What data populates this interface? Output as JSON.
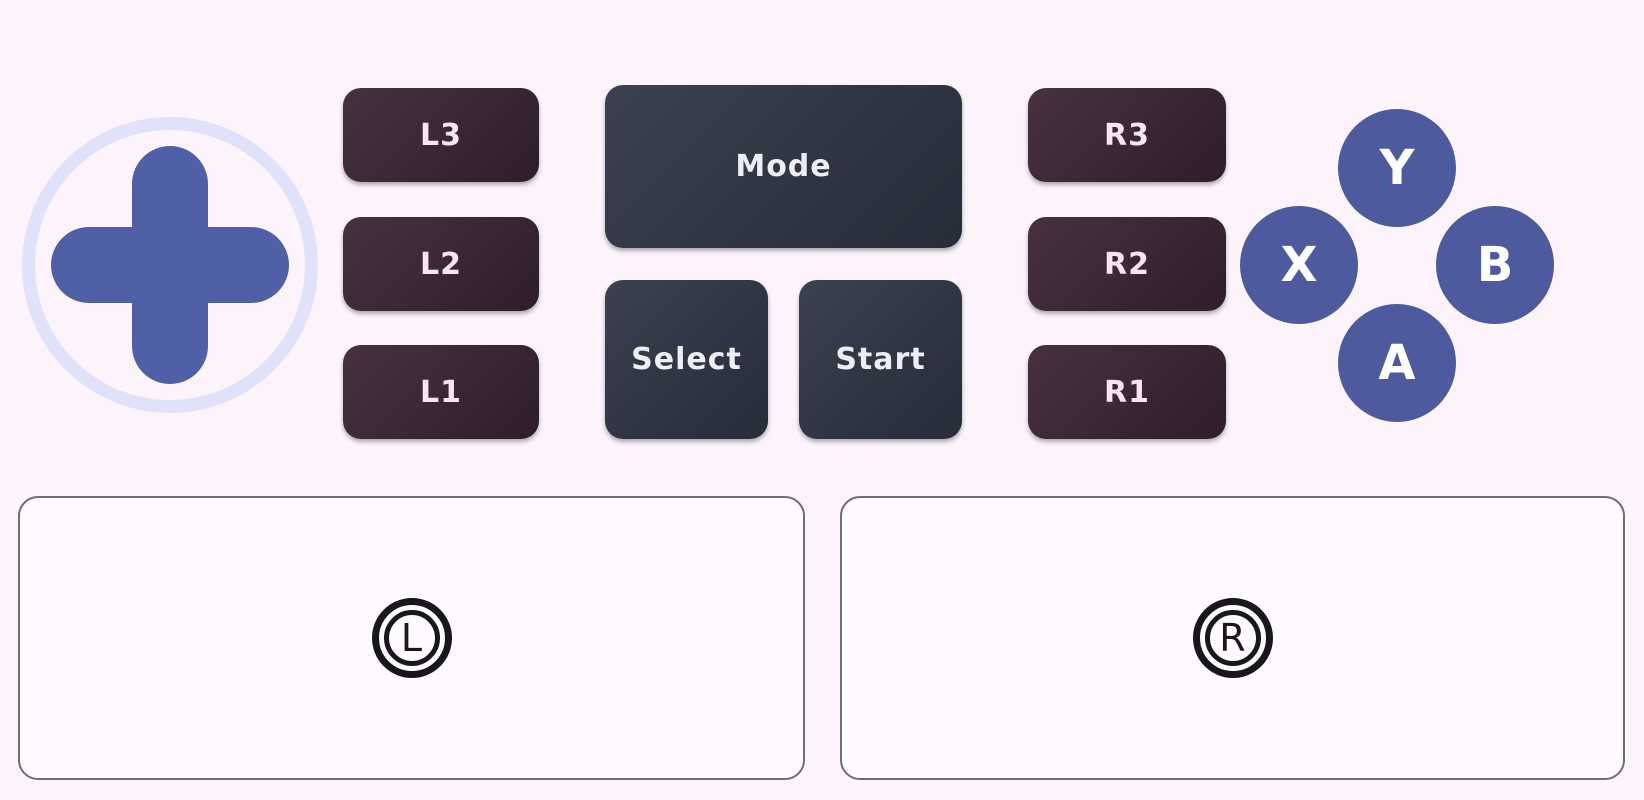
{
  "colors": {
    "background": "#fdf4fb",
    "dpad_ring": "#dfe2f8",
    "dpad_cross": "#5060a7",
    "face_button": "#4d5b9e",
    "face_button_text": "#ffffff",
    "shoulder_grad_start": "#473140",
    "shoulder_grad_end": "#2f1d2b",
    "shoulder_text": "#f9e4f4",
    "system_grad_start": "#3a4150",
    "system_grad_end": "#262c38",
    "system_text": "#edeff5",
    "panel_bg": "#fefaff",
    "panel_border": "#6e6e78",
    "stick_icon": "#18181c"
  },
  "left_shoulder_buttons": [
    {
      "label": "L3"
    },
    {
      "label": "L2"
    },
    {
      "label": "L1"
    }
  ],
  "system_buttons": {
    "mode": {
      "label": "Mode"
    },
    "select": {
      "label": "Select"
    },
    "start": {
      "label": "Start"
    }
  },
  "right_shoulder_buttons": [
    {
      "label": "R3"
    },
    {
      "label": "R2"
    },
    {
      "label": "R1"
    }
  ],
  "face_buttons": {
    "top": {
      "label": "Y"
    },
    "left": {
      "label": "X"
    },
    "right": {
      "label": "B"
    },
    "bottom": {
      "label": "A"
    }
  },
  "sticks": {
    "left": {
      "icon_label": "L"
    },
    "right": {
      "icon_label": "R"
    }
  }
}
